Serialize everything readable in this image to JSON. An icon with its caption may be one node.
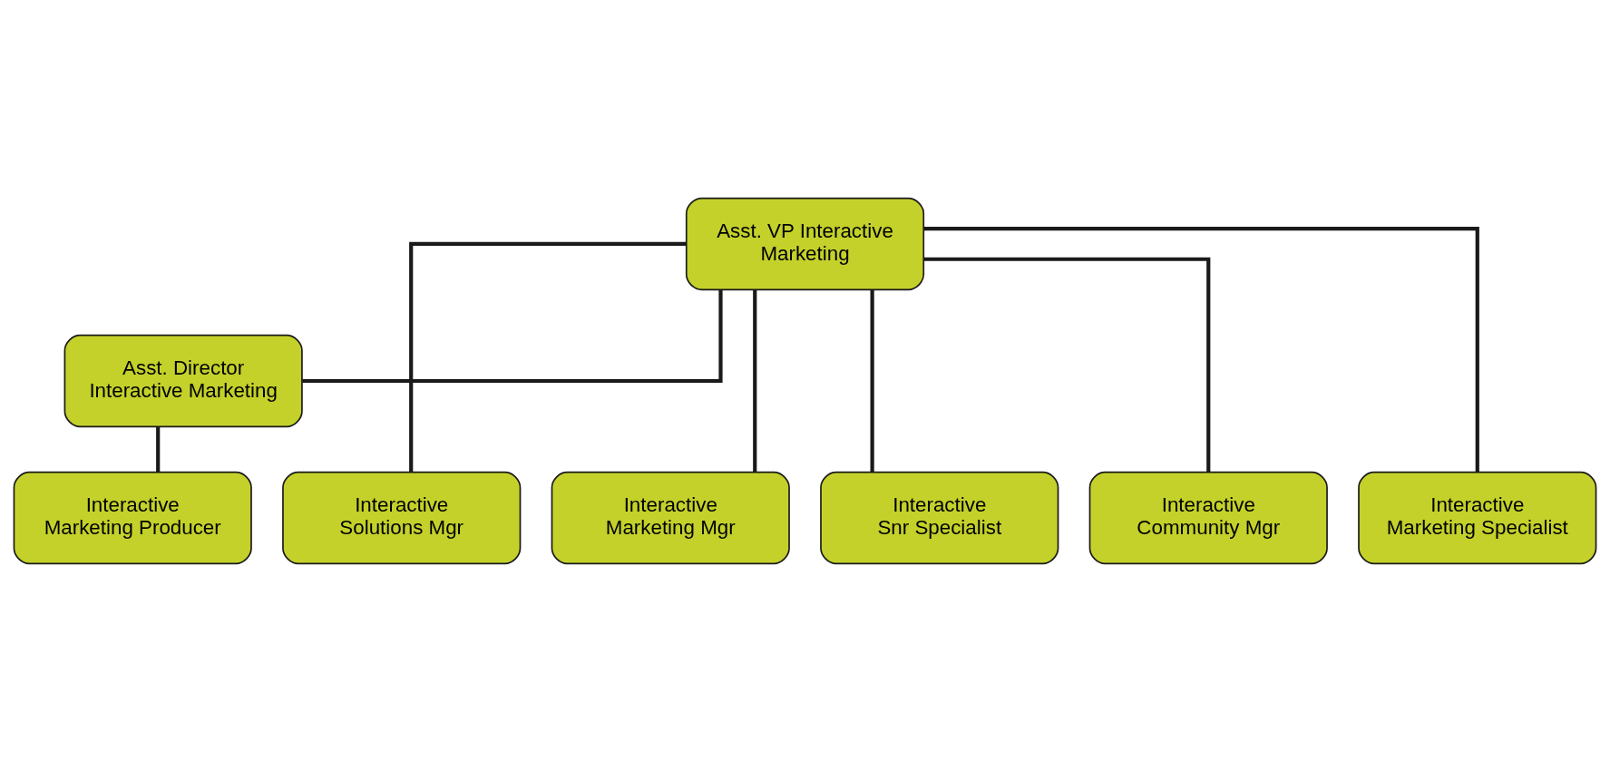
{
  "diagram": {
    "nodes": [
      {
        "text": [
          "Asst. VP Interactive Marketing"
        ]
      },
      {
        "text": [
          "Asst. Director Interactive Marketing"
        ]
      },
      {
        "text": [
          "Interactive Marketing Producer"
        ]
      },
      {
        "text": [
          "Interactive Solutions Mgr"
        ]
      },
      {
        "text": [
          "Interactive Marketing Mgr"
        ]
      },
      {
        "text": [
          "Interactive Snr Specialist"
        ]
      },
      {
        "text": [
          "Interactive Community Mgr"
        ]
      },
      {
        "text": [
          "Interactive Marketing Specialist"
        ]
      }
    ],
    "edges": [
      {
        "from": 0,
        "to": 1,
        "arrow": "none"
      },
      {
        "from": 1,
        "to": 2,
        "arrow": "none"
      },
      {
        "from": 0,
        "to": 3,
        "arrow": "none"
      },
      {
        "from": 0,
        "to": 4,
        "arrow": "none"
      },
      {
        "from": 0,
        "to": 5,
        "arrow": "none"
      },
      {
        "from": 0,
        "to": 6,
        "arrow": "none"
      },
      {
        "from": 0,
        "to": 7,
        "arrow": "none"
      }
    ]
  }
}
